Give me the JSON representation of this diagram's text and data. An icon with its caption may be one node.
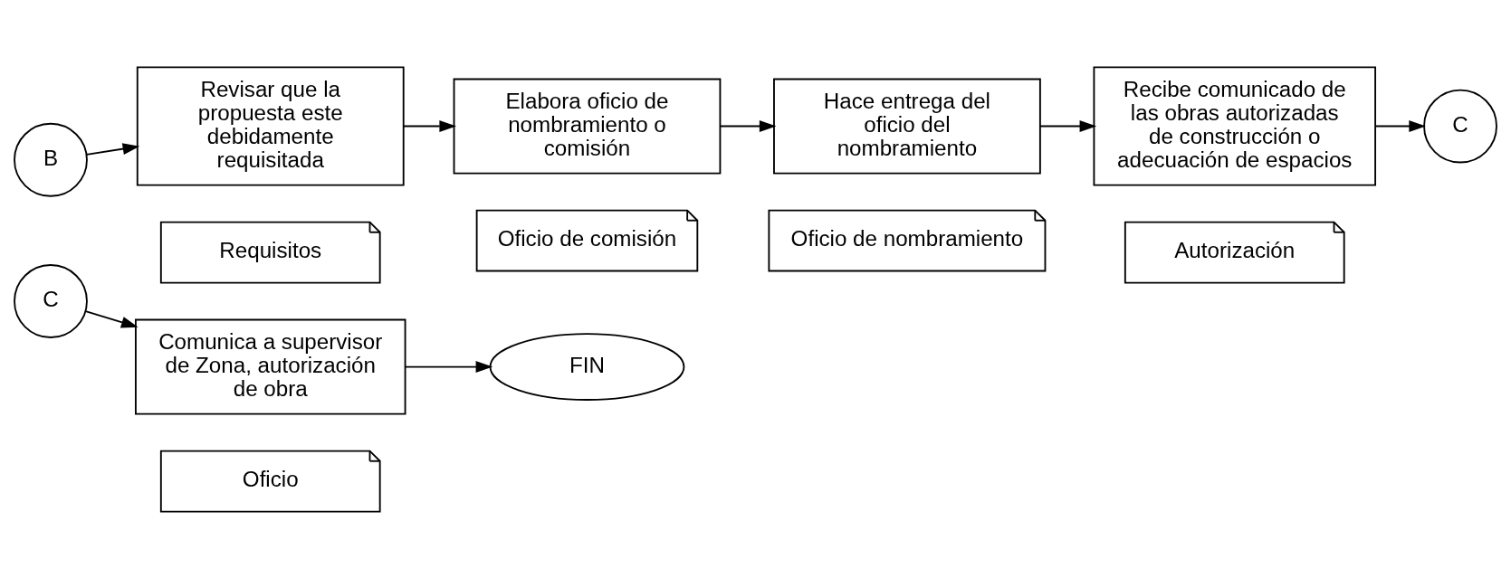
{
  "diagram": {
    "nodes": [
      {
        "text": [
          "B"
        ]
      },
      {
        "text": [
          "Revisar que la propuesta este debidamente requisitada"
        ]
      },
      {
        "text": [
          "Requisitos"
        ]
      },
      {
        "text": [
          "Elabora oficio de nombramiento o comisión"
        ]
      },
      {
        "text": [
          "Oficio de comisión"
        ]
      },
      {
        "text": [
          "Hace entrega del oficio del nombramiento"
        ]
      },
      {
        "text": [
          "Oficio de nombramiento"
        ]
      },
      {
        "text": [
          "Recibe comunicado de las obras autorizadas de construcción o adecuación de espacios"
        ]
      },
      {
        "text": [
          "Autorización"
        ]
      },
      {
        "text": [
          "C"
        ]
      },
      {
        "text": [
          "C"
        ]
      },
      {
        "text": [
          "Comunica a supervisor de Zona, autorización de obra"
        ]
      },
      {
        "text": [
          "Oficio"
        ]
      },
      {
        "text": [
          "FIN"
        ]
      }
    ],
    "edges": [
      {
        "from": 0,
        "to": 1,
        "arrow": "to"
      },
      {
        "from": 1,
        "to": 3,
        "arrow": "to"
      },
      {
        "from": 3,
        "to": 5,
        "arrow": "to"
      },
      {
        "from": 5,
        "to": 7,
        "arrow": "to"
      },
      {
        "from": 7,
        "to": 9,
        "arrow": "to"
      },
      {
        "from": 10,
        "to": 11,
        "arrow": "to"
      },
      {
        "from": 11,
        "to": 13,
        "arrow": "to"
      }
    ]
  }
}
